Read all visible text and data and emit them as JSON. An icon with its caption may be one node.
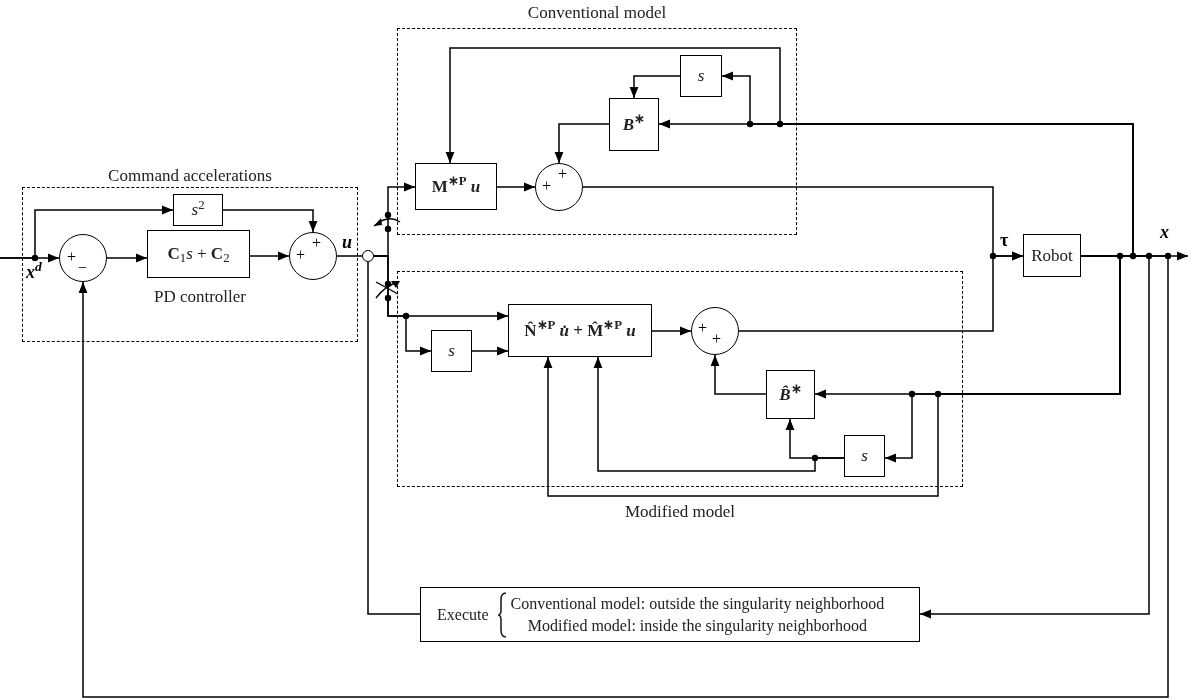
{
  "diagram": {
    "nodes": [
      {
        "text": [
          "Command accelerations"
        ]
      },
      {
        "text": [
          "+",
          "−"
        ],
        "in": 0
      },
      {
        "text": [
          "*s*$^{2}$"
        ],
        "in": 0
      },
      {
        "text": [
          "**C**$_{1}$*s* + **C**$_{2}$"
        ],
        "in": 0,
        "beside": [
          "PD controller"
        ]
      },
      {
        "text": [
          "+",
          "+"
        ],
        "in": 0
      },
      {
        "text": [],
        "shape": "circle"
      },
      {
        "text": [
          "Conventional model"
        ]
      },
      {
        "text": [
          "M$^{∗P}$ *u*"
        ],
        "in": 6
      },
      {
        "text": [
          "+",
          "+"
        ],
        "in": 6
      },
      {
        "text": [
          "*s*"
        ],
        "in": 6
      },
      {
        "text": [
          "*B*$^{∗}$"
        ],
        "in": 6
      },
      {
        "text": [
          "Modified model"
        ]
      },
      {
        "text": [
          "*s*"
        ],
        "in": 11
      },
      {
        "text": [
          "N̂$^{∗P}$ *u̇* + M̂$^{∗P}$ *u*"
        ],
        "in": 11
      },
      {
        "text": [
          "+",
          "+"
        ],
        "in": 11
      },
      {
        "text": [
          "*B̂*$^{∗}$"
        ],
        "in": 11
      },
      {
        "text": [
          "*s*"
        ],
        "in": 11
      },
      {
        "text": [
          "Robot"
        ]
      },
      {
        "text": [
          "Execute",
          "Conventional model: outside the singularity neighborhood",
          "Modified model: inside the singularity neighborhood"
        ]
      }
    ],
    "edges": [
      {
        "from": null,
        "to": 1,
        "arrow": "to"
      },
      {
        "from": null,
        "to": 2,
        "arrow": "to"
      },
      {
        "from": 1,
        "to": 3,
        "arrow": "to"
      },
      {
        "from": 2,
        "to": 4,
        "arrow": "to"
      },
      {
        "from": 3,
        "to": 4,
        "arrow": "to"
      },
      {
        "from": 4,
        "to": 5,
        "arrow": "none"
      },
      {
        "from": 5,
        "to": 7,
        "arrow": "to"
      },
      {
        "from": 5,
        "to": 13,
        "arrow": "to"
      },
      {
        "from": 5,
        "to": 12,
        "arrow": "to"
      },
      {
        "from": 12,
        "to": 13,
        "arrow": "to"
      },
      {
        "from": 7,
        "to": 8,
        "arrow": "to"
      },
      {
        "from": 10,
        "to": 8,
        "arrow": "to"
      },
      {
        "from": 9,
        "to": 10,
        "arrow": "to"
      },
      {
        "from": 13,
        "to": 14,
        "arrow": "to"
      },
      {
        "from": 15,
        "to": 14,
        "arrow": "to"
      },
      {
        "from": 8,
        "to": 17,
        "arrow": "to"
      },
      {
        "from": 14,
        "to": 17,
        "arrow": "to"
      },
      {
        "from": 17,
        "to": 7,
        "arrow": "to"
      },
      {
        "from": 17,
        "to": 10,
        "arrow": "to"
      },
      {
        "from": 17,
        "to": 9,
        "arrow": "to"
      },
      {
        "from": 17,
        "to": 15,
        "arrow": "to"
      },
      {
        "from": 17,
        "to": 16,
        "arrow": "to"
      },
      {
        "from": 17,
        "to": 13,
        "arrow": "to"
      },
      {
        "from": 16,
        "to": 15,
        "arrow": "to"
      },
      {
        "from": 16,
        "to": 13,
        "arrow": "to"
      },
      {
        "from": 17,
        "to": 18,
        "arrow": "to"
      },
      {
        "from": 18,
        "to": 5,
        "arrow": "none"
      },
      {
        "from": 17,
        "to": null,
        "arrow": "to"
      },
      {
        "from": 17,
        "to": 1,
        "arrow": "to"
      }
    ],
    "labels": [
      "x$^{d}$",
      "u",
      "τ",
      "x"
    ]
  }
}
